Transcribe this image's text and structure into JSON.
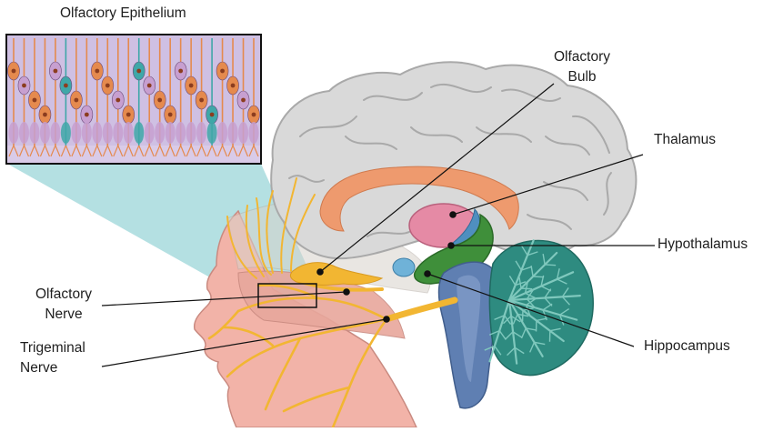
{
  "labels": {
    "epithelium": "Olfactory Epithelium",
    "bulb": [
      "Olfactory",
      "Bulb"
    ],
    "thalamus": "Thalamus",
    "hypothalamus": "Hypothalamus",
    "hippocampus": "Hippocampus",
    "olfactory_nerve": [
      "Olfactory",
      "Nerve"
    ],
    "trigeminal_nerve": [
      "Trigeminal",
      "Nerve"
    ]
  },
  "colors": {
    "cerebrum": "#d9d9d9",
    "cerebrum_outline": "#a9a9a9",
    "corpus_callosum": "#ee9a6e",
    "thalamus": "#e58aa5",
    "hypothalamus": "#4f8fbf",
    "hippocampus": "#3f8f3a",
    "brainstem": "#5f7fb2",
    "cerebellum": "#2e8b80",
    "nerves": "#f2b632",
    "face": "#f2b3a8",
    "epithelium_bg": "#cfc0e3",
    "supporting_cell": "#c79fd0",
    "receptor_neuron": "#e58a4e",
    "basal_cell": "#3fa7a8",
    "projection_cone": "#9bd6d8"
  }
}
